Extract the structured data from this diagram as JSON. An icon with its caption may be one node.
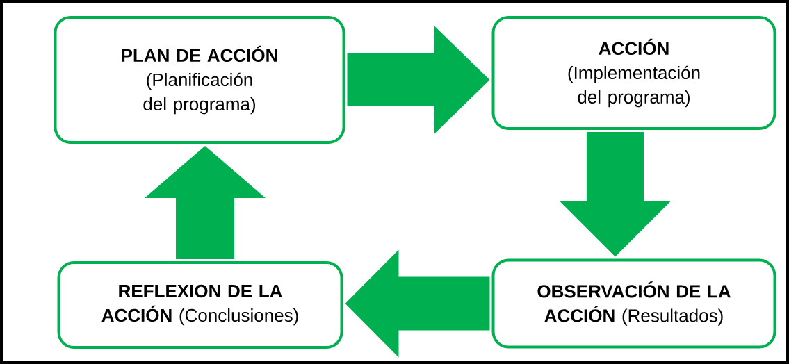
{
  "diagram": {
    "nodes": [
      {
        "text": [
          "PLAN DE ACCIÓN",
          "(Planificación del programa)"
        ]
      },
      {
        "text": [
          "ACCIÓN",
          "(Implementación del programa)"
        ]
      },
      {
        "text": [
          "**OBSERVACIÓN DE LA ACCIÓN** (Resultados)"
        ]
      },
      {
        "text": [
          "**REFLEXION DE LA ACCIÓN** (Conclusiones)"
        ]
      }
    ],
    "edges": [
      {
        "from": 0,
        "to": 1,
        "arrow": "to"
      },
      {
        "from": 1,
        "to": 2,
        "arrow": "to"
      },
      {
        "from": 2,
        "to": 3,
        "arrow": "to"
      },
      {
        "from": 3,
        "to": 0,
        "arrow": "to"
      }
    ]
  }
}
